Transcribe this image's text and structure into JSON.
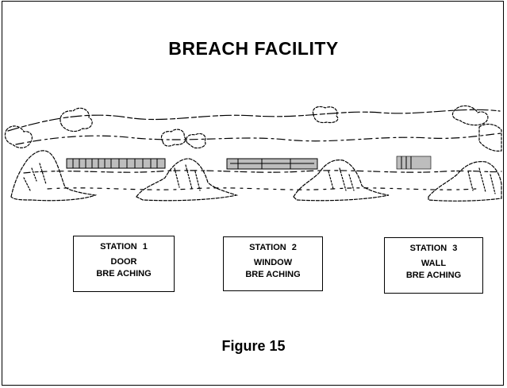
{
  "title": "BREACH FACILITY",
  "stations": [
    {
      "name": "STATION  1",
      "line1": "DOOR",
      "line2": "BRE ACHING"
    },
    {
      "name": "STATION  2",
      "line1": "WINDOW",
      "line2": "BRE ACHING"
    },
    {
      "name": "STATION 3",
      "line1": "WALL",
      "line2": "BRE ACHING"
    }
  ],
  "caption": "Figure 15",
  "colors": {
    "ink": "#000000",
    "panel_fill": "#bdbdbd",
    "background": "#ffffff"
  }
}
